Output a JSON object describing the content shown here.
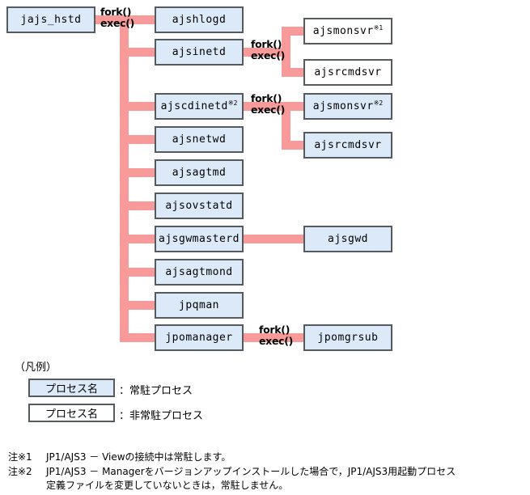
{
  "diagram": {
    "root": {
      "label": "jajs_hstd",
      "resident": true
    },
    "children": [
      {
        "label": "ajshlogd",
        "resident": true,
        "note": ""
      },
      {
        "label": "ajsinetd",
        "resident": true,
        "note": ""
      },
      {
        "label": "ajscdinetd",
        "resident": true,
        "note": "※2"
      },
      {
        "label": "ajsnetwd",
        "resident": true,
        "note": ""
      },
      {
        "label": "ajsagtmd",
        "resident": true,
        "note": ""
      },
      {
        "label": "ajsovstatd",
        "resident": true,
        "note": ""
      },
      {
        "label": "ajsgwmasterd",
        "resident": true,
        "note": ""
      },
      {
        "label": "ajsagtmond",
        "resident": true,
        "note": ""
      },
      {
        "label": "jpqman",
        "resident": true,
        "note": ""
      },
      {
        "label": "jpomanager",
        "resident": true,
        "note": ""
      }
    ],
    "grandchildren": [
      {
        "label": "ajsmonsvr",
        "resident": false,
        "note": "※1",
        "parent": "ajsinetd"
      },
      {
        "label": "ajsrcmdsvr",
        "resident": false,
        "note": "",
        "parent": "ajsinetd"
      },
      {
        "label": "ajsmonsvr",
        "resident": true,
        "note": "※2",
        "parent": "ajscdinetd"
      },
      {
        "label": "ajsrcmdsvr",
        "resident": true,
        "note": "",
        "parent": "ajscdinetd"
      },
      {
        "label": "ajsgwd",
        "resident": true,
        "note": "",
        "parent": "ajsgwmasterd"
      },
      {
        "label": "jpomgrsub",
        "resident": true,
        "note": "",
        "parent": "jpomanager"
      }
    ],
    "fork_labels": {
      "fork": "fork()",
      "exec": "exec()"
    },
    "colors": {
      "connector": "#f99a9a",
      "resident_fill": "#dbe9f8",
      "nonresident_fill": "#ffffff",
      "box_border": "#555a5e"
    }
  },
  "legend": {
    "title": "（凡例）",
    "items": [
      {
        "box_label": "プロセス名",
        "description": "：常駐プロセス",
        "resident": true
      },
      {
        "box_label": "プロセス名",
        "description": "：非常駐プロセス",
        "resident": false
      }
    ]
  },
  "footnotes": [
    {
      "mark": "注※1",
      "lines": [
        "JP1/AJS3 － Viewの接続中は常駐します。"
      ]
    },
    {
      "mark": "注※2",
      "lines": [
        "JP1/AJS3 － Managerをバージョンアップインストールした場合で，JP1/AJS3用起動プロセス",
        "定義ファイルを変更していないときは，常駐しません。"
      ]
    }
  ]
}
